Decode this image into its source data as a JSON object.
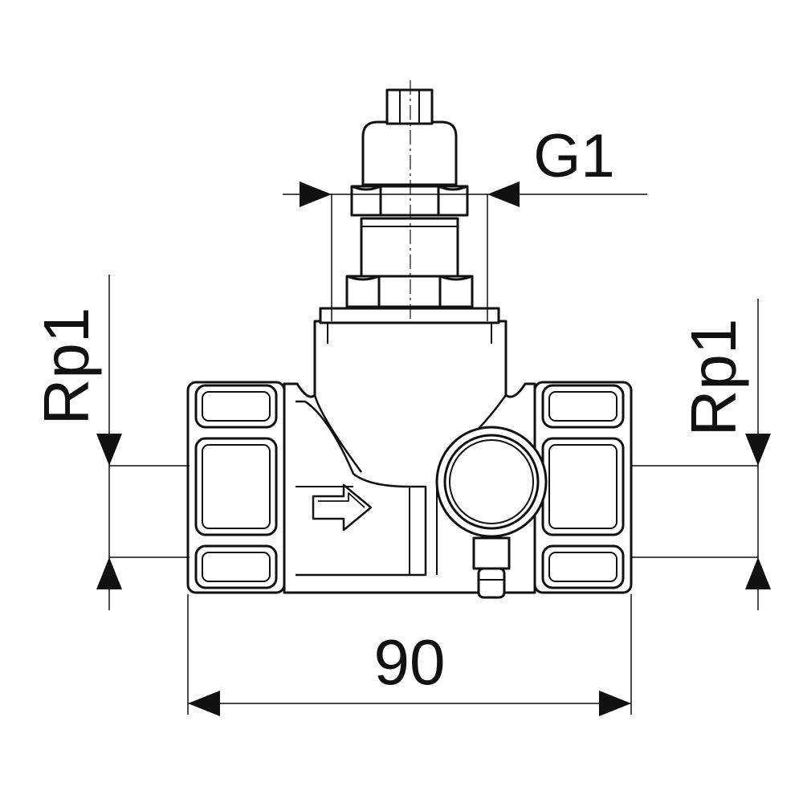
{
  "labels": {
    "top_thread": "G1",
    "left_thread": "Rp1",
    "right_thread": "Rp1",
    "overall_length": "90"
  }
}
